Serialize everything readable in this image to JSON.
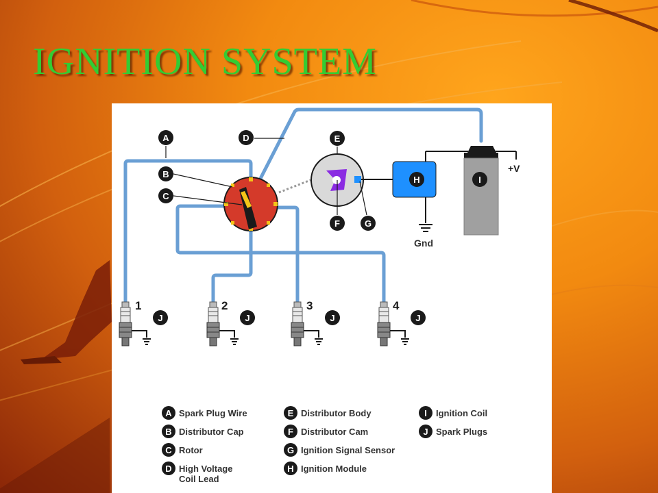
{
  "slide": {
    "title": "IGNITION SYSTEM"
  },
  "colors": {
    "background_orange": "#f28a10",
    "title_green": "#33cc33",
    "wire_blue": "#6a9fd4",
    "distributor_cap_red": "#d43a2a",
    "module_blue": "#1e90ff",
    "coil_gray": "#a0a0a0",
    "cam_purple": "#8a2be2"
  },
  "diagram": {
    "markers": {
      "A": "A",
      "B": "B",
      "C": "C",
      "D": "D",
      "E": "E",
      "F": "F",
      "G": "G",
      "H": "H",
      "I": "I",
      "J": "J"
    },
    "plug_numbers": [
      "1",
      "2",
      "3",
      "4"
    ],
    "supply_label": "+V",
    "ground_label": "Gnd"
  },
  "legend": [
    {
      "letter": "A",
      "text": [
        "Spark Plug Wire"
      ]
    },
    {
      "letter": "B",
      "text": [
        "Distributor Cap"
      ]
    },
    {
      "letter": "C",
      "text": [
        "Rotor"
      ]
    },
    {
      "letter": "D",
      "text": [
        "High Voltage",
        "Coil Lead"
      ]
    },
    {
      "letter": "E",
      "text": [
        "Distributor Body"
      ]
    },
    {
      "letter": "F",
      "text": [
        "Distributor Cam"
      ]
    },
    {
      "letter": "G",
      "text": [
        "Ignition Signal Sensor"
      ]
    },
    {
      "letter": "H",
      "text": [
        "Ignition Module"
      ]
    },
    {
      "letter": "I",
      "text": [
        "Ignition Coil"
      ]
    },
    {
      "letter": "J",
      "text": [
        "Spark Plugs"
      ]
    }
  ]
}
